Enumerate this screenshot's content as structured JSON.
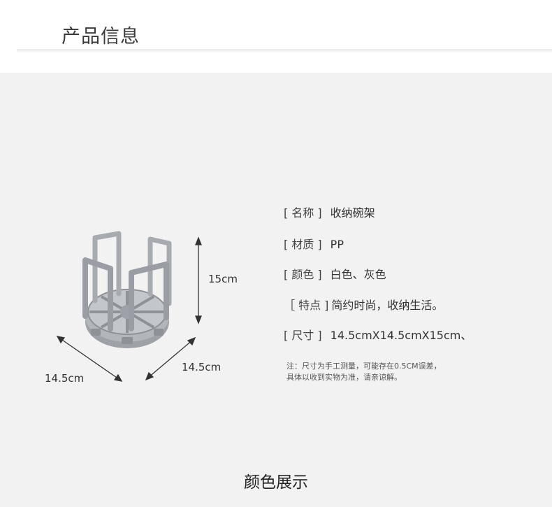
{
  "header": {
    "title": "产品信息"
  },
  "dimensions": {
    "height": "15cm",
    "width_left": "14.5cm",
    "width_right": "14.5cm"
  },
  "specs": [
    {
      "label": "[ 名称 ]",
      "value": "收纳碗架"
    },
    {
      "label": "[ 材质 ]",
      "value": "PP"
    },
    {
      "label": "[ 颜色 ]",
      "value": "白色、灰色"
    },
    {
      "label": "［ 特点 ]",
      "value": "简约时尚，收纳生活。"
    },
    {
      "label": "[ 尺寸 ]",
      "value": "14.5cmX14.5cmX15cm、"
    }
  ],
  "note": {
    "line1": "注：尺寸为手工测量，可能存在0.5CM误差，",
    "line2": "具体以收到实物为准，请亲谅解。"
  },
  "footer": {
    "title": "颜色展示"
  },
  "colors": {
    "product_gray": "#9a9da3",
    "panel_bg": "#f2f2f2"
  }
}
